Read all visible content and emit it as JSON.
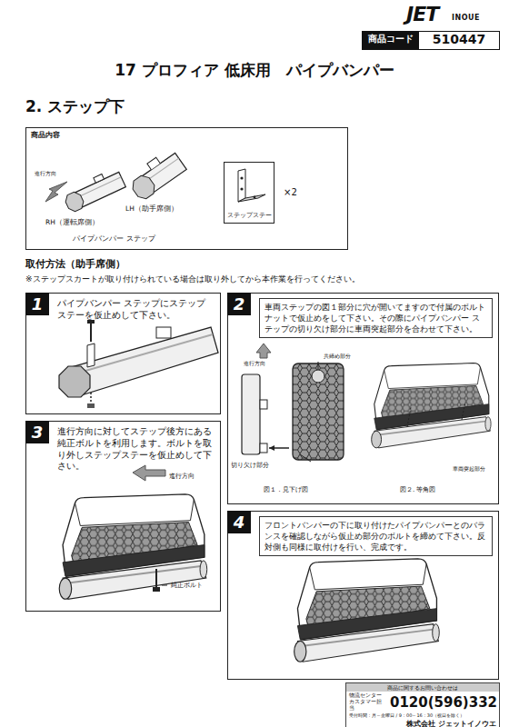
{
  "diagram": {
    "title": "17 プロフィア 低床用　パイプバンパー",
    "nodes": [
      {
        "text": [
          "商品コード",
          "510447"
        ]
      },
      {
        "text": [
          "商品内容"
        ]
      },
      {
        "text": [
          "ステップステー"
        ],
        "in": 1
      },
      {
        "text": [
          "1",
          "パイプバンパー ステップにステップステーを仮止めして下さい。"
        ]
      },
      {
        "text": [
          "2",
          "車両ステップの図１部分に穴が開いてますので付属のボルトナットで仮止めをして下さい。その際にパイプバンパー ステップの切り欠け部分に車両突起部分を合わせて下さい。"
        ]
      },
      {
        "text": [
          "3",
          "進行方向に対してステップ後方にある純正ボルトを利用します。ボルトを取り外しステップステーを仮止めして下さい。"
        ]
      },
      {
        "text": [
          "4",
          "フロントバンパーの下に取り付けたパイプバンパーとのバランスを確認しながら仮止め部分のボルトを締めて下さい。反対側も同様に取付けを行い、完成です。"
        ]
      },
      {
        "text": [
          "商品に関するお問い合わせは",
          "物流センター カスタマー担当",
          "0120(596)332",
          "受付時間：月～金曜日 / 9：00～16：30（祝日を除く）",
          "株式会社 ジェットイノウエ"
        ]
      }
    ],
    "labels": [
      "JET",
      "INOUE",
      "2. ステップ下",
      "進行方向",
      "RH（運転席側）",
      "LH（助手席側）",
      "パイプバンパー ステップ",
      "×2",
      "取付方法（助手席側）",
      "※ステップスカートが取り付けられている場合は取り外してから本作業を行ってください。",
      "進行方向",
      "共締め部分",
      "切り欠け部分",
      "車両突起部分",
      "図１．見下げ図",
      "図２. 等角図",
      "進行方向",
      "純正ボルト"
    ]
  }
}
